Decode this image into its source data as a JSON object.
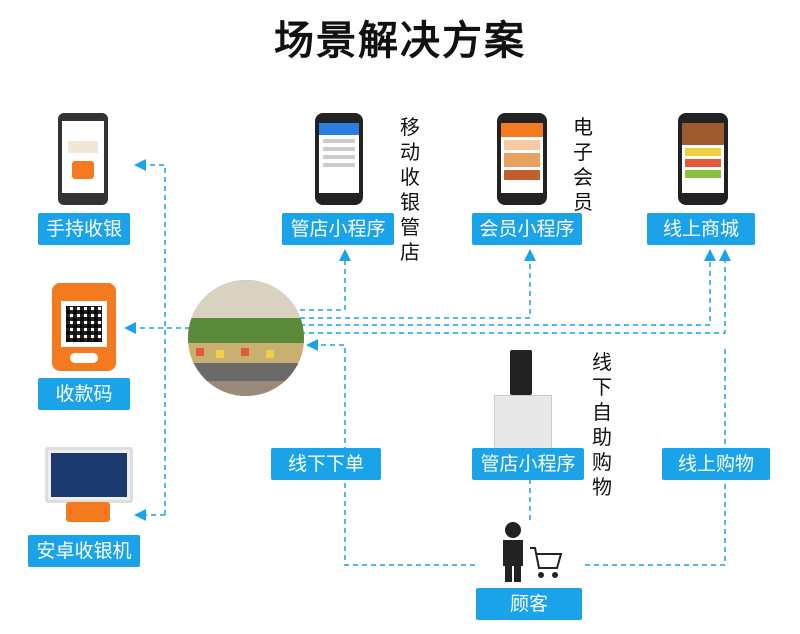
{
  "title": "场景解决方案",
  "labels": {
    "shouchi": "手持收银",
    "guandian_top": "管店小程序",
    "huiyuan": "会员小程序",
    "xianshang_mall": "线上商城",
    "shoukuanma": "收款码",
    "xianxia_xiadan": "线下下单",
    "guandian_mid": "管店小程序",
    "xianshang_gouwu": "线上购物",
    "anzhuo": "安卓收银机",
    "guke": "顾客"
  },
  "vertical_text": {
    "yidong": "移动收银管店",
    "dianzi": "电子会员",
    "zizhu": "线下自助购物"
  },
  "colors": {
    "accent": "#1aa3e8",
    "orange": "#f47a20"
  }
}
